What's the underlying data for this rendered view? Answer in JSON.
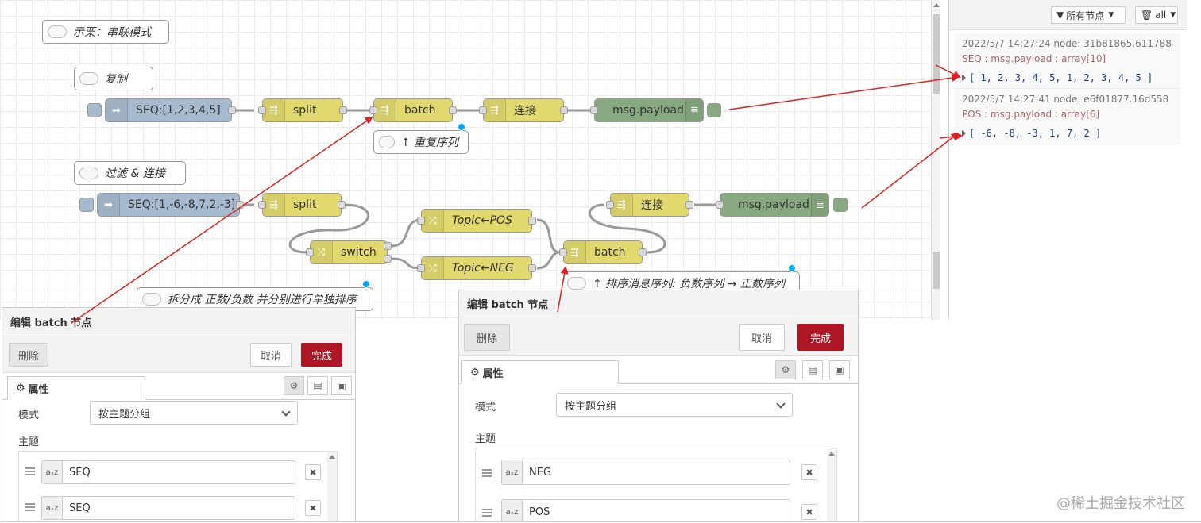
{
  "flow": {
    "comments": {
      "example": "示栗：串联模式",
      "copy": "复制",
      "repeat": "↑ 重复序列",
      "filter": "过滤 & 连接",
      "split_sort": "拆分成 正数/负数 并分别进行单独排序",
      "sort_msgs": "↑ 排序消息序列: 负数序列 → 正数序列"
    },
    "nodes": {
      "inject1": "SEQ:[1,2,3,4,5]",
      "split1": "split",
      "batch1": "batch",
      "join1": "连接",
      "debug1": "msg.payload",
      "inject2": "SEQ:[1,-6,-8,7,2,-3]",
      "split2": "split",
      "switch": "switch",
      "change_pos": "Topic←POS",
      "change_neg": "Topic←NEG",
      "batch2": "batch",
      "join2": "连接",
      "debug2": "msg.payload"
    }
  },
  "sidebar": {
    "filter_label": "所有节点",
    "clear_label": "all",
    "messages": [
      {
        "meta": "2022/5/7 14:27:24   node: 31b81865.611788",
        "topic": "SEQ : msg.payload : array[10]",
        "value": "[ 1, 2, 3, 4, 5, 1, 2, 3, 4, 5 ]"
      },
      {
        "meta": "2022/5/7 14:27:41   node: e6f01877.16d558",
        "topic": "POS : msg.payload : array[6]",
        "value": "[ -6, -8, -3, 1, 7, 2 ]"
      }
    ]
  },
  "dialog_left": {
    "title": "编辑 batch 节点",
    "delete": "删除",
    "cancel": "取消",
    "done": "完成",
    "tab": "属性",
    "mode_label": "模式",
    "mode_value": "按主题分组",
    "topic_label": "主题",
    "topics": [
      "SEQ",
      "SEQ"
    ]
  },
  "dialog_right": {
    "title": "编辑 batch 节点",
    "delete": "删除",
    "cancel": "取消",
    "done": "完成",
    "tab": "属性",
    "mode_label": "模式",
    "mode_value": "按主题分组",
    "topic_label": "主题",
    "topics": [
      "NEG",
      "POS"
    ]
  },
  "typed_marker": "aₓz",
  "watermark": "@稀土掘金技术社区",
  "colors": {
    "function_node": "#e2d96e",
    "inject_node": "#a6bbcf",
    "debug_node": "#87a980",
    "annotation_arrow": "#e02020",
    "done_button": "#ad1625"
  },
  "icons": [
    "arrow-right-icon",
    "split-icon",
    "batch-icon",
    "join-icon",
    "list-icon",
    "switch-icon",
    "shuffle-icon",
    "comment-icon",
    "gear-icon",
    "document-icon",
    "frame-icon",
    "filter-icon",
    "trash-icon",
    "close-icon",
    "drag-handle-icon",
    "chevron-down-icon"
  ]
}
